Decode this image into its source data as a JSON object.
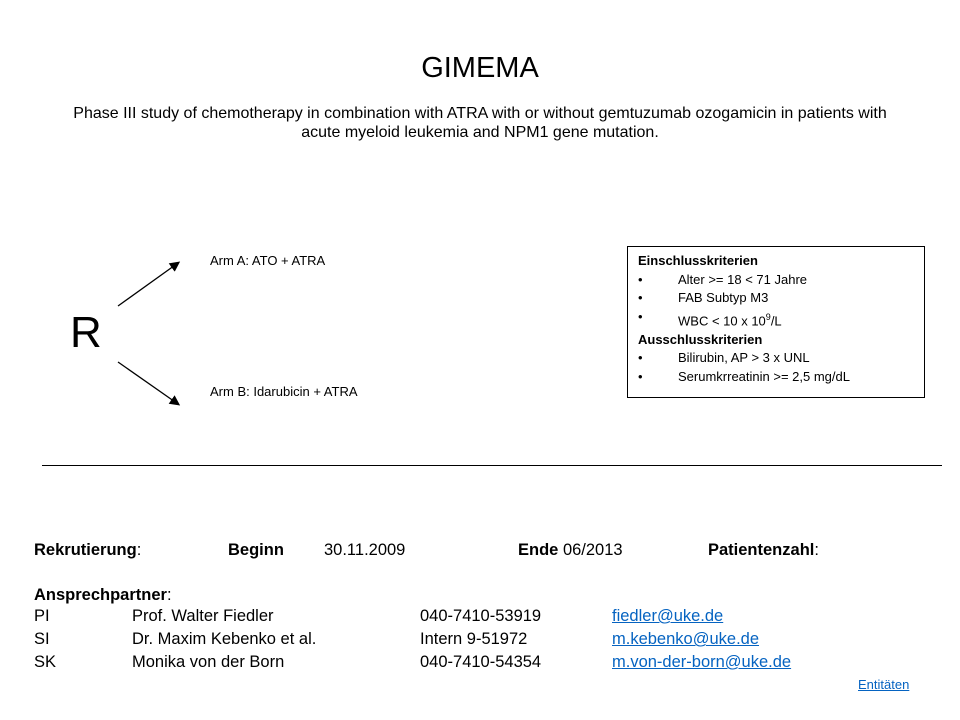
{
  "header": {
    "title": "GIMEMA",
    "subtitle": "Phase III study of chemotherapy in combination with ATRA with or without gemtuzumab ozogamicin in patients with acute myeloid leukemia and NPM1 gene mutation."
  },
  "randomization": {
    "letter": "R",
    "arm_a": "Arm A: ATO + ATRA",
    "arm_b": "Arm B: Idarubicin + ATRA"
  },
  "criteria": {
    "inclusion_title": "Einschlusskriterien",
    "inclusion_items": [
      "Alter >= 18 < 71 Jahre",
      "FAB Subtyp M3"
    ],
    "wbc_prefix": "WBC < 10 x 10",
    "wbc_exp": "9",
    "wbc_suffix": "/L",
    "exclusion_title": "Ausschlusskriterien",
    "exclusion_items": [
      "Bilirubin, AP > 3 x UNL",
      "Serumkrreatinin >= 2,5 mg/dL"
    ]
  },
  "recruitment": {
    "label": "Rekrutierung",
    "start_label": "Beginn",
    "start_value": "30.11.2009",
    "end_label": "Ende",
    "end_value": "06/2013",
    "patients_label": "Patientenzahl"
  },
  "contacts": {
    "label": "Ansprechpartner",
    "rows": [
      {
        "role": "PI",
        "name": "Prof. Walter Fiedler",
        "phone": "040-7410-53919",
        "email": "fiedler@uke.de"
      },
      {
        "role": "SI",
        "name": "Dr. Maxim Kebenko et al.",
        "phone": "Intern 9-51972",
        "email": "m.kebenko@uke.de"
      },
      {
        "role": "SK",
        "name": "Monika von der Born",
        "phone": "040-7410-54354",
        "email": "m.von-der-born@uke.de"
      }
    ]
  },
  "footer": {
    "link": "Entitäten"
  }
}
